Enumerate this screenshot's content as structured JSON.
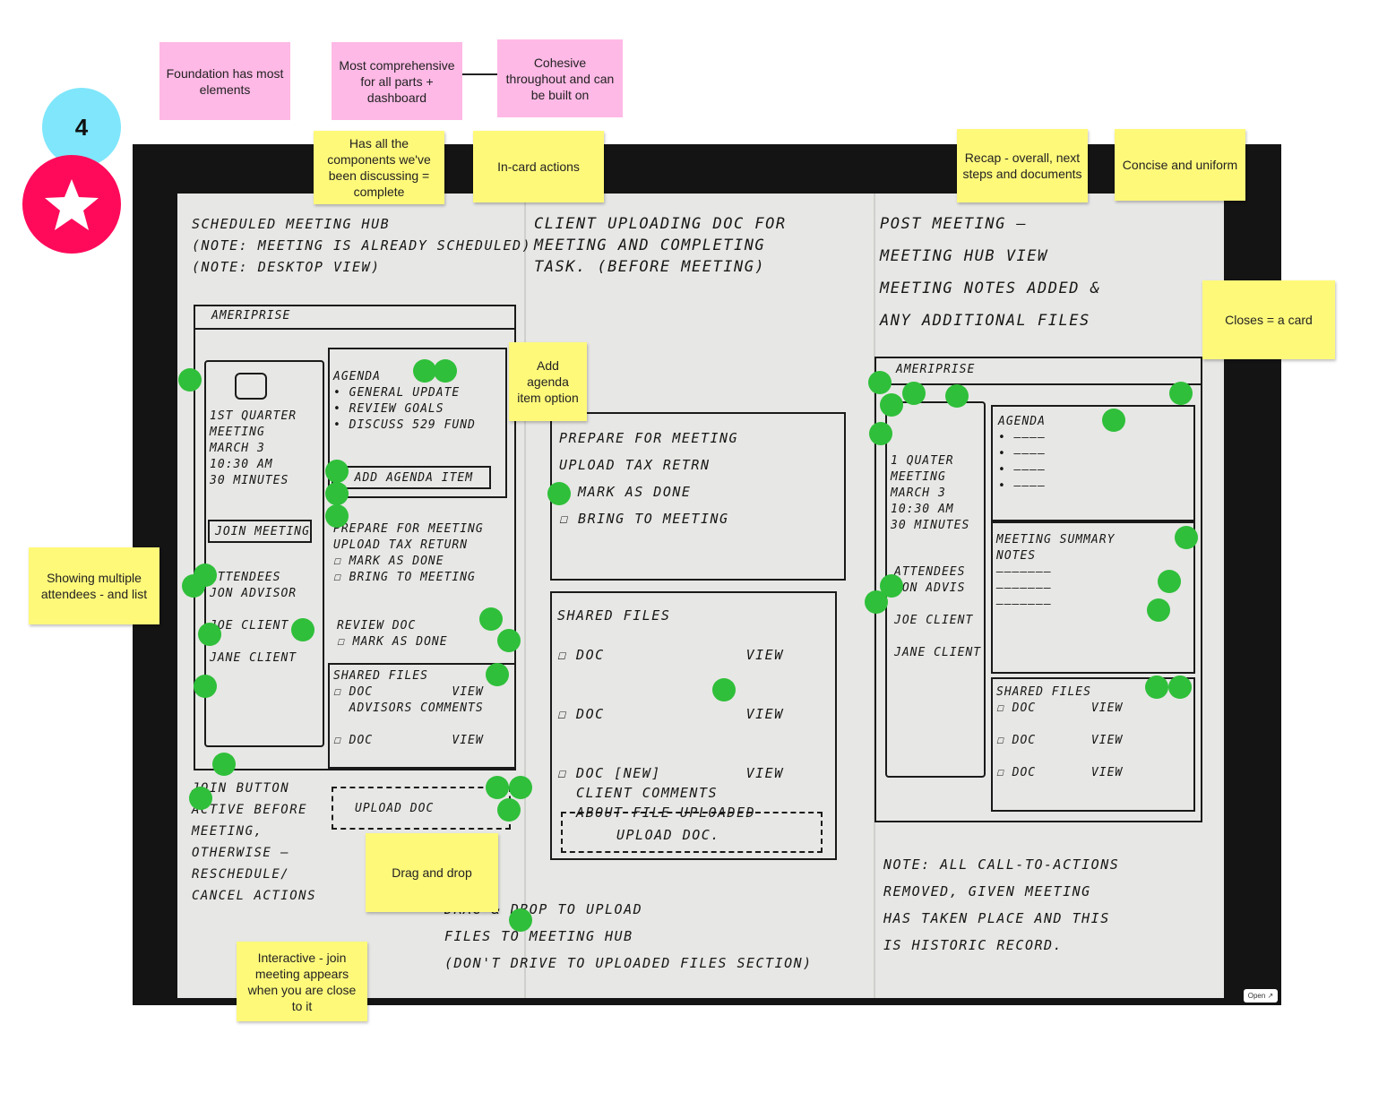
{
  "board": {
    "group_number": "4",
    "open_button": "Open ↗"
  },
  "stickies": {
    "foundation": "Foundation has most elements",
    "comprehensive": "Most comprehensive for all parts + dashboard",
    "cohesive": "Cohesive throughout and can be built on",
    "components": "Has all the components we've been discussing = complete",
    "in_card": "In-card actions",
    "recap": "Recap - overall, next steps and documents",
    "concise": "Concise and uniform",
    "closes": "Closes = a card",
    "add_agenda": "Add agenda item option",
    "attendees": "Showing multiple attendees - and list",
    "drag_drop": "Drag and drop",
    "interactive": "Interactive - join meeting appears when you are close to it"
  },
  "sketch": {
    "panel1": {
      "title": "SCHEDULED MEETING HUB\n(NOTE: MEETING IS ALREADY SCHEDULED)\n(NOTE: DESKTOP VIEW)",
      "brand": "AMERIPRISE",
      "meeting_info": "1ST QUARTER\nMEETING\nMARCH 3\n10:30 AM\n30 MINUTES",
      "join_button": "JOIN MEETING",
      "attendees": "ATTENDEES\nJON ADVISOR\n\nJOE CLIENT\n\nJANE CLIENT",
      "agenda": "AGENDA\n• GENERAL UPDATE\n• REVIEW GOALS\n• DISCUSS 529 FUND",
      "add_agenda": "+ ADD AGENDA ITEM",
      "prepare": "PREPARE FOR MEETING\nUPLOAD TAX RETURN\n☐ MARK AS DONE\n☐ BRING TO MEETING",
      "review": "REVIEW DOC\n☐ MARK AS DONE",
      "shared": "SHARED FILES\n☐ DOC          VIEW\n  ADVISORS COMMENTS\n\n☐ DOC          VIEW",
      "upload": "UPLOAD DOC",
      "note": "JOIN BUTTON\nACTIVE BEFORE\nMEETING,\nOTHERWISE —\nRESCHEDULE/\nCANCEL ACTIONS"
    },
    "panel2": {
      "title": "CLIENT UPLOADING DOC FOR\nMEETING AND COMPLETING\nTASK. (BEFORE MEETING)",
      "prepare": "PREPARE FOR MEETING\nUPLOAD TAX RETRN\n☑ MARK AS DONE\n☐ BRING TO MEETING",
      "shared": "SHARED FILES\n\n☐ DOC               VIEW\n\n\n☐ DOC               VIEW\n\n\n☐ DOC [NEW]         VIEW\n  CLIENT COMMENTS\n  ABOUT FILE UPLOADED",
      "upload": "UPLOAD DOC.",
      "note": "DRAG & DROP TO UPLOAD\nFILES TO MEETING HUB\n(DON'T DRIVE TO UPLOADED FILES SECTION)"
    },
    "panel3": {
      "title": "POST MEETING —\nMEETING HUB VIEW\nMEETING NOTES ADDED &\nANY ADDITIONAL FILES",
      "brand": "AMERIPRISE",
      "meeting_info": "1 QUATER\nMEETING\nMARCH 3\n10:30 AM\n30 MINUTES",
      "attendees": "ATTENDEES\nJON ADVIS\n\nJOE CLIENT\n\nJANE CLIENT",
      "agenda": "AGENDA\n• ————\n• ————\n• ————\n• ————",
      "summary": "MEETING SUMMARY\nNOTES\n———————\n———————\n———————",
      "shared": "SHARED FILES\n☐ DOC       VIEW\n\n☐ DOC       VIEW\n\n☐ DOC       VIEW",
      "note": "NOTE: ALL CALL-TO-ACTIONS\nREMOVED, GIVEN MEETING\nHAS TAKEN PLACE AND THIS\nIS HISTORIC RECORD."
    }
  },
  "colors": {
    "pink_sticky": "#ffb9e6",
    "yellow_sticky": "#fff97a",
    "vote_dot": "#2fbf3a",
    "badge_blue": "#7fe6fb",
    "star_red": "#ff0a5a"
  }
}
